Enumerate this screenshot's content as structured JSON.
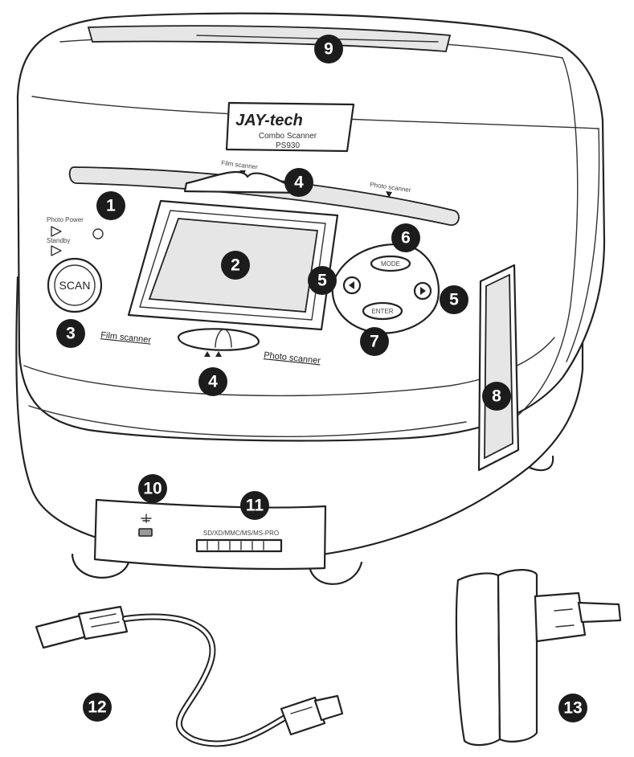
{
  "brand": {
    "logo_text": "JAY-tech",
    "model_line1": "Combo Scanner",
    "model_line2": "PS930"
  },
  "device_labels": {
    "film_scanner_top": "Film scanner",
    "photo_scanner_top": "Photo scanner",
    "film_scanner_bottom": "Film scanner",
    "photo_scanner_bottom": "Photo scanner",
    "scan_button": "SCAN",
    "mode_button": "MODE",
    "enter_button": "ENTER",
    "card_slot": "SD/XD/MMC/MS/MS-PRO",
    "led_top": "Photo Power",
    "led_bottom": "Standby"
  },
  "callouts": [
    {
      "id": "callout-1",
      "text": "1"
    },
    {
      "id": "callout-2",
      "text": "2"
    },
    {
      "id": "callout-3",
      "text": "3"
    },
    {
      "id": "callout-4a",
      "text": "4"
    },
    {
      "id": "callout-4b",
      "text": "4"
    },
    {
      "id": "callout-5a",
      "text": "5"
    },
    {
      "id": "callout-5b",
      "text": "5"
    },
    {
      "id": "callout-6",
      "text": "6"
    },
    {
      "id": "callout-7",
      "text": "7"
    },
    {
      "id": "callout-8",
      "text": "8"
    },
    {
      "id": "callout-9",
      "text": "9"
    },
    {
      "id": "callout-10",
      "text": "10"
    },
    {
      "id": "callout-11",
      "text": "11"
    },
    {
      "id": "callout-12",
      "text": "12"
    },
    {
      "id": "callout-13",
      "text": "13"
    }
  ]
}
